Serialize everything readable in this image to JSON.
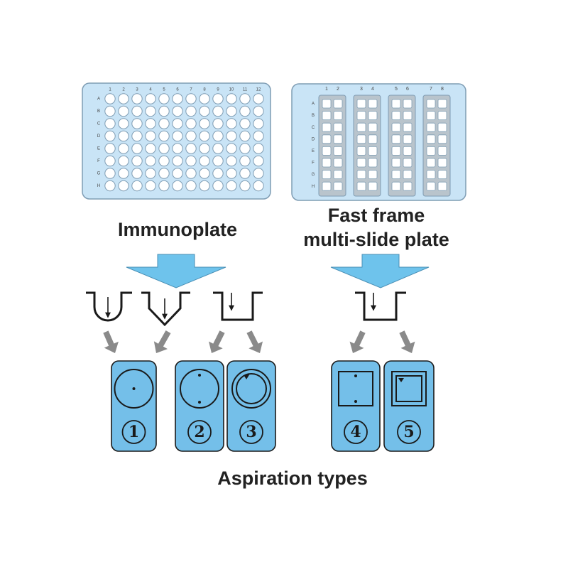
{
  "colors": {
    "plate_fill": "#c9e4f6",
    "plate_stroke": "#7f9db4",
    "well_fill": "#ffffff",
    "strip_fill": "#b9c4cc",
    "arrow_fill": "#6ec3ec",
    "grey_arrow": "#8a8a8a",
    "tile_fill": "#74bfe9",
    "ink": "#1a1a1a"
  },
  "immunoplate": {
    "label": "Immunoplate",
    "columns": [
      "1",
      "2",
      "3",
      "4",
      "5",
      "6",
      "7",
      "8",
      "9",
      "10",
      "11",
      "12"
    ],
    "rows": [
      "A",
      "B",
      "C",
      "D",
      "E",
      "F",
      "G",
      "H"
    ]
  },
  "fast_frame": {
    "label_line1": "Fast frame",
    "label_line2": "multi-slide plate",
    "columns": [
      "1",
      "2",
      "3",
      "4",
      "5",
      "6",
      "7",
      "8"
    ],
    "rows": [
      "A",
      "B",
      "C",
      "D",
      "E",
      "F",
      "G",
      "H"
    ]
  },
  "aspiration": {
    "label": "Aspiration types",
    "types": [
      {
        "number": "1",
        "symbol": "①",
        "shape": "circle",
        "mode": "center-point"
      },
      {
        "number": "2",
        "symbol": "②",
        "shape": "circle",
        "mode": "two-point"
      },
      {
        "number": "3",
        "symbol": "③",
        "shape": "circle",
        "mode": "sweep"
      },
      {
        "number": "4",
        "symbol": "④",
        "shape": "square",
        "mode": "two-point"
      },
      {
        "number": "5",
        "symbol": "⑤",
        "shape": "square",
        "mode": "sweep"
      }
    ]
  },
  "icons": {
    "well_round_bottom": "round-bottom-well-icon",
    "well_v_bottom": "v-bottom-well-icon",
    "well_flat_bottom": "flat-bottom-well-icon"
  }
}
